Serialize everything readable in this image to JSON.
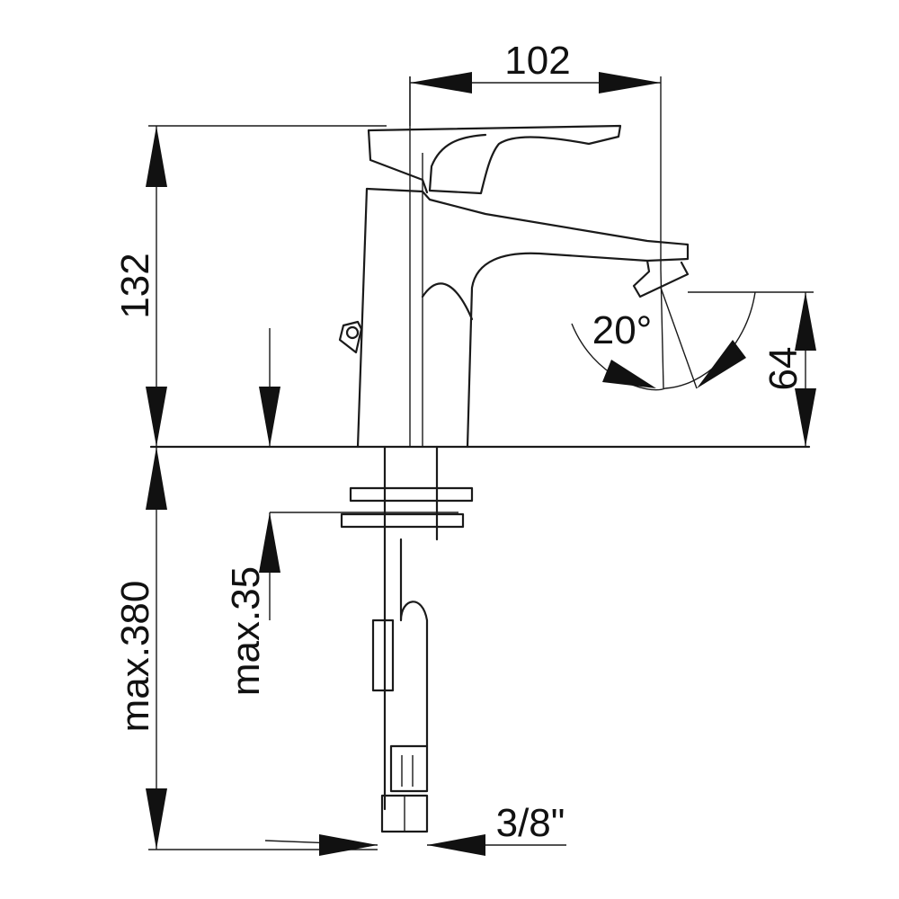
{
  "dimensions": {
    "width_top": "102",
    "height_total": "132",
    "spout_angle": "20°",
    "spout_height": "64",
    "max_below_counter": "max.380",
    "max_counter_thickness": "max.35",
    "connection_size": "3/8\""
  },
  "colors": {
    "line": "#1a1a1a",
    "background": "#ffffff"
  }
}
